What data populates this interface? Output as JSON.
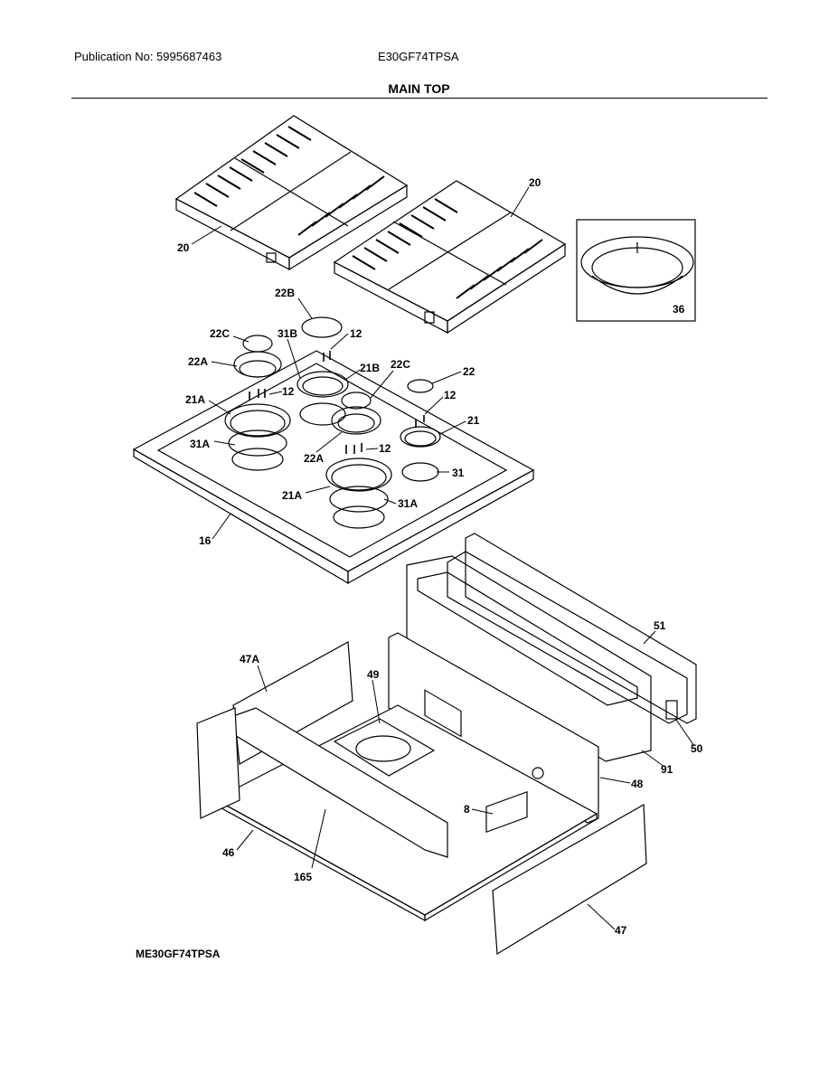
{
  "header": {
    "publication": "Publication No: 5995687463",
    "model": "E30GF74TPSA",
    "section_title": "MAIN TOP"
  },
  "footer": {
    "diagram_id": "ME30GF74TPSA"
  },
  "callouts": [
    {
      "id": "c20a",
      "label": "20"
    },
    {
      "id": "c20b",
      "label": "20"
    },
    {
      "id": "c36",
      "label": "36"
    },
    {
      "id": "c22B",
      "label": "22B"
    },
    {
      "id": "c22C_l",
      "label": "22C"
    },
    {
      "id": "c31B",
      "label": "31B"
    },
    {
      "id": "c12_a",
      "label": "12"
    },
    {
      "id": "c22A_l",
      "label": "22A"
    },
    {
      "id": "c21B",
      "label": "21B"
    },
    {
      "id": "c22C_r",
      "label": "22C"
    },
    {
      "id": "c22",
      "label": "22"
    },
    {
      "id": "c12_b",
      "label": "12"
    },
    {
      "id": "c21A_l",
      "label": "21A"
    },
    {
      "id": "c12_c",
      "label": "12"
    },
    {
      "id": "c21",
      "label": "21"
    },
    {
      "id": "c31A_l",
      "label": "31A"
    },
    {
      "id": "c12_d",
      "label": "12"
    },
    {
      "id": "c22A_r",
      "label": "22A"
    },
    {
      "id": "c31",
      "label": "31"
    },
    {
      "id": "c21A_r",
      "label": "21A"
    },
    {
      "id": "c31A_r",
      "label": "31A"
    },
    {
      "id": "c16",
      "label": "16"
    },
    {
      "id": "c51",
      "label": "51"
    },
    {
      "id": "c47A",
      "label": "47A"
    },
    {
      "id": "c49",
      "label": "49"
    },
    {
      "id": "c50",
      "label": "50"
    },
    {
      "id": "c91",
      "label": "91"
    },
    {
      "id": "c48",
      "label": "48"
    },
    {
      "id": "c8",
      "label": "8"
    },
    {
      "id": "c46",
      "label": "46"
    },
    {
      "id": "c165",
      "label": "165"
    },
    {
      "id": "c47",
      "label": "47"
    }
  ]
}
